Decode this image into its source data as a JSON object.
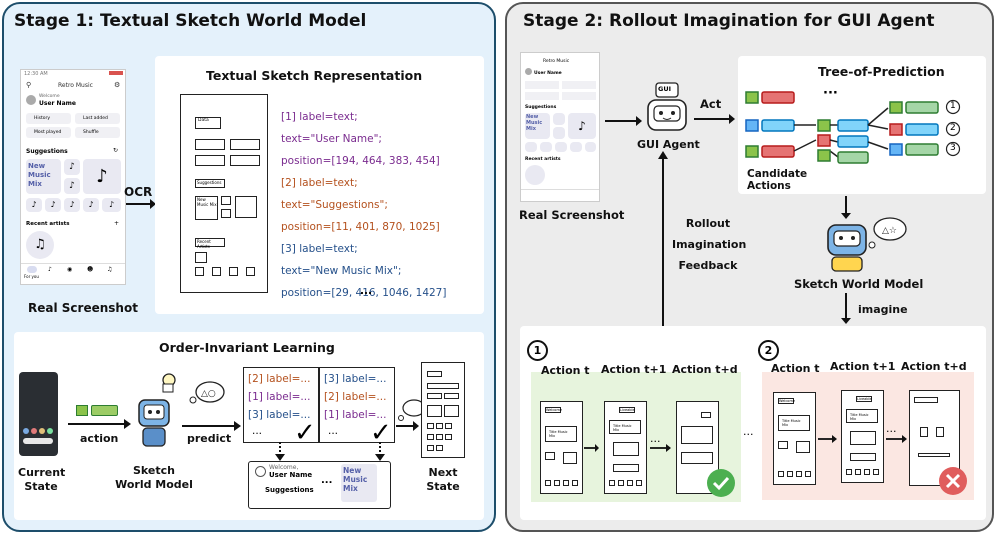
{
  "stage1": {
    "title": "Stage 1: Textual Sketch World Model",
    "representation_title": "Textual Sketch Representation",
    "ocr_label": "OCR",
    "real_screenshot_label": "Real Screenshot",
    "code_lines": [
      {
        "text": "[1] label=text;",
        "color": "purple"
      },
      {
        "text": "text=\"User Name\";",
        "color": "purple"
      },
      {
        "text": "position=[194, 464, 383, 454]",
        "color": "purple"
      },
      {
        "text": "[2] label=text;",
        "color": "orange"
      },
      {
        "text": "text=\"Suggestions\";",
        "color": "orange"
      },
      {
        "text": "position=[11, 401, 870, 1025]",
        "color": "orange"
      },
      {
        "text": "[3] label=text;",
        "color": "blue"
      },
      {
        "text": "text=\"New Music Mix\";",
        "color": "blue"
      },
      {
        "text": "position=[29, 416, 1046, 1427]",
        "color": "blue"
      },
      {
        "text": "...",
        "color": "black"
      }
    ],
    "sketch_labels": {
      "top": "Data",
      "suggestions": "Suggestions",
      "newmix": "New Music Mix",
      "recent": "Recent Artists"
    },
    "phone": {
      "app_name": "Retro Music",
      "welcome": "Welcome",
      "user": "User Name",
      "chips": [
        "History",
        "Last added",
        "Most played",
        "Shuffle"
      ],
      "suggestions": "Suggestions",
      "new_music_mix": "New Music Mix",
      "recent_artists": "Recent artists",
      "tab": "For you",
      "status": "12:30 AM"
    },
    "order_title": "Order-Invariant Learning",
    "list_a": [
      "[2] label=...",
      "[1] label=...",
      "[3] label=...",
      "..."
    ],
    "list_b": [
      "[3] label=...",
      "[2] label=...",
      "[1] label=...",
      "..."
    ],
    "action_label": "action",
    "predict_label": "predict",
    "current_state": "Current State",
    "sketch_world_model": "Sketch World Model",
    "next_state": "Next State",
    "bottom_card": {
      "welcome": "Welcome,",
      "user": "User Name",
      "suggestions": "Suggestions",
      "ellipsis": "...",
      "mix": "New Music Mix"
    }
  },
  "stage2": {
    "title": "Stage 2: Rollout Imagination for GUI Agent",
    "real_screenshot_label": "Real Screenshot",
    "gui_agent_label": "GUI Agent",
    "robot_screen": "GUI",
    "act_label": "Act",
    "tree_title": "Tree-of-Prediction",
    "candidate_label": "Candidate Actions",
    "branch_numbers": [
      "1",
      "2",
      "3"
    ],
    "rollout_label": "Rollout Imagination Feedback",
    "sketch_world_model_label": "Sketch World Model",
    "imagine_label": "imagine",
    "rollout1": {
      "number": "1",
      "steps": [
        "Action t",
        "Action t+1",
        "Action t+d"
      ]
    },
    "rollout2": {
      "number": "2",
      "steps": [
        "Action t",
        "Action t+1",
        "Action t+d"
      ]
    },
    "ellipsis": "...",
    "ellipsis_dots": "···",
    "sketch_words": [
      "Welcome",
      "Liveable",
      "Title Music Mix",
      "Title Music Mix"
    ],
    "colors": {
      "green": "#4caf50",
      "red": "#e05d5d",
      "blue": "#3a8fd1",
      "success_bg": "#e7f4dd",
      "fail_bg": "#fbe7e2"
    }
  }
}
